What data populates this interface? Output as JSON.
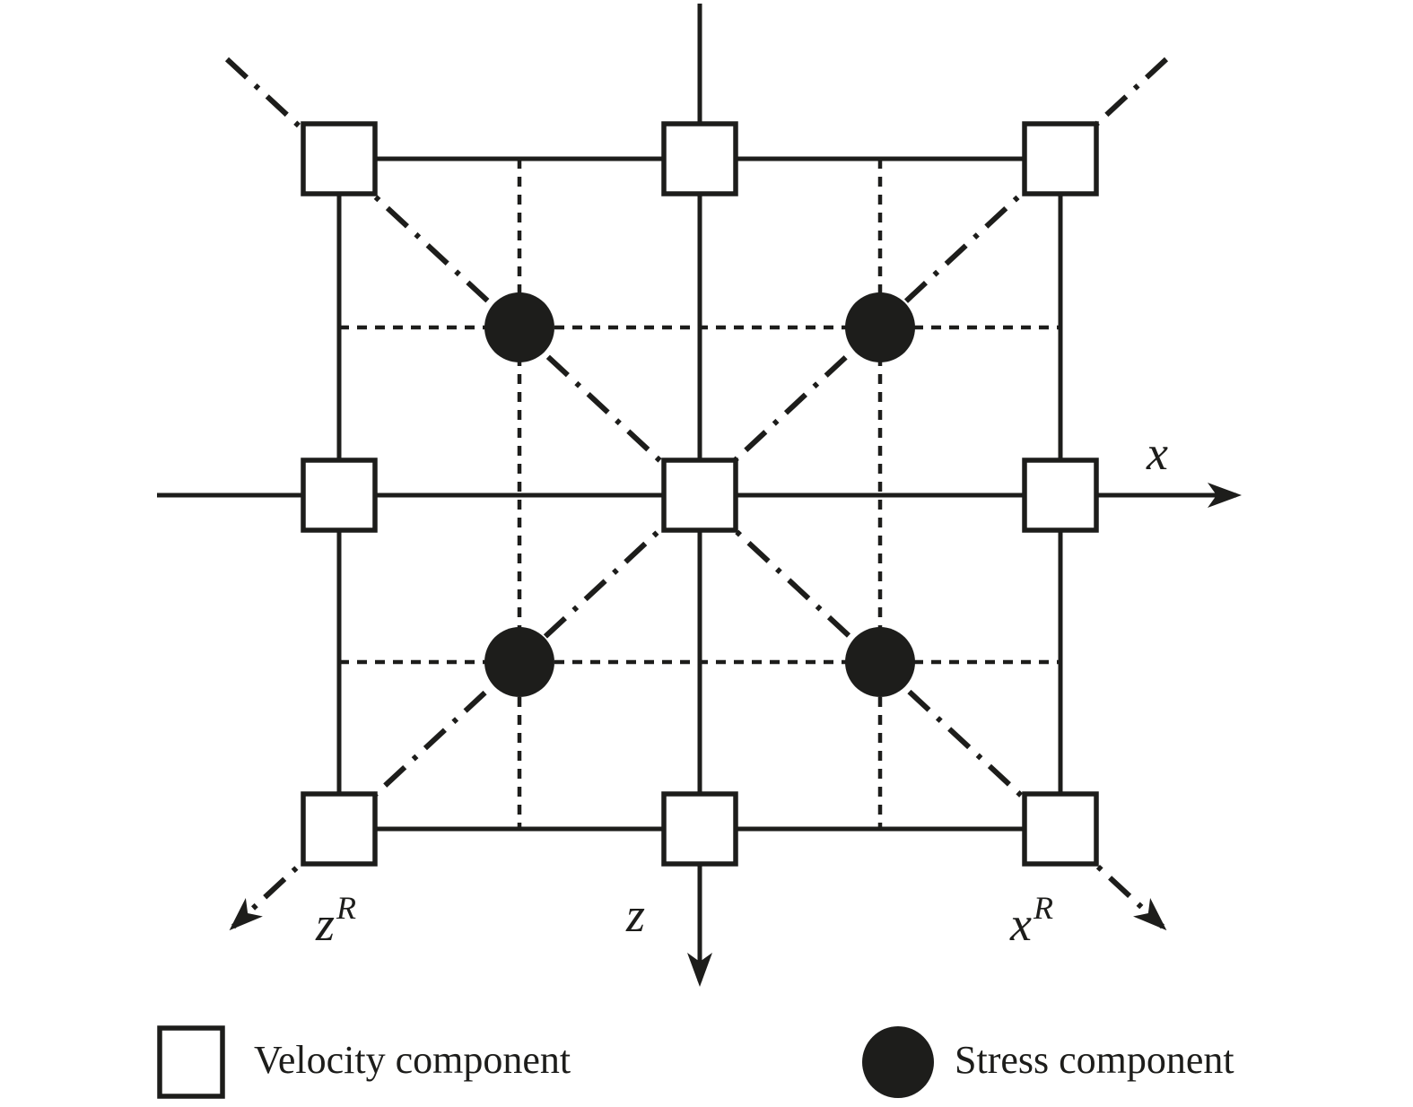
{
  "figure": {
    "axis_labels": {
      "x": "x",
      "z": "z",
      "z_rotated": {
        "base": "z",
        "superscript": "R"
      },
      "x_rotated": {
        "base": "x",
        "superscript": "R"
      }
    },
    "legend": {
      "velocity": {
        "symbol": "open-square",
        "label": "Velocity component"
      },
      "stress": {
        "symbol": "filled-circle",
        "label": "Stress component"
      }
    },
    "structure": {
      "velocity_nodes": 9,
      "stress_nodes": 4,
      "line_styles": {
        "solid": "grid lines with x and z axis arrows",
        "dotted": "half-grid lines through stress nodes",
        "dash_dot": "rotated diagonal axes with arrows (z-R down-left, x-R down-right)"
      }
    },
    "colors": {
      "ink": "#1d1d1b",
      "background": "#ffffff",
      "velocity_fill": "#ffffff",
      "stress_fill": "#1d1d1b"
    }
  }
}
